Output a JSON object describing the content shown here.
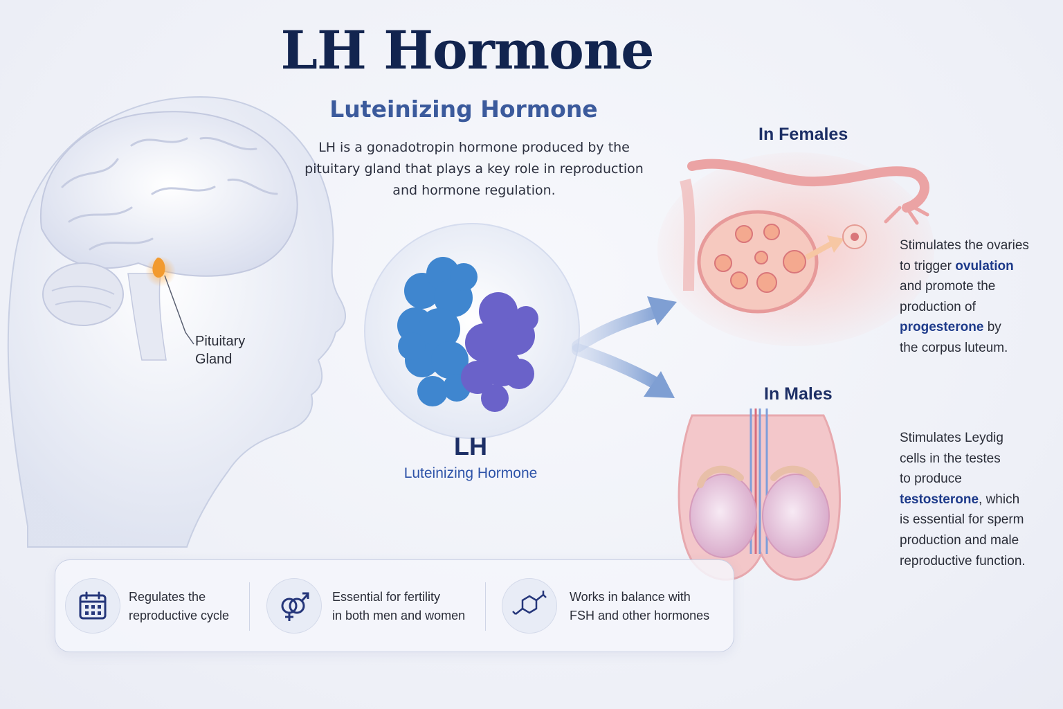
{
  "header": {
    "title": "LH Hormone",
    "subtitle": "Luteinizing Hormone",
    "intro_lines": [
      "LH is a gonadotropin hormone produced by the",
      "pituitary gland that plays a key role in reproduction",
      "and hormone regulation."
    ]
  },
  "brain": {
    "label_lines": [
      "Pituitary",
      "Gland"
    ]
  },
  "molecule": {
    "abbr": "LH",
    "full_name": "Luteinizing Hormone"
  },
  "females": {
    "title": "In Females",
    "lines": [
      {
        "plain": "Stimulates the ovaries",
        "bold": "",
        "after": ""
      },
      {
        "plain": "to trigger ",
        "bold": "ovulation",
        "after": ""
      },
      {
        "plain": "and promote the",
        "bold": "",
        "after": ""
      },
      {
        "plain": "production of",
        "bold": "",
        "after": ""
      },
      {
        "plain": "",
        "bold": "progesterone",
        "after": " by"
      },
      {
        "plain": "the corpus luteum.",
        "bold": "",
        "after": ""
      }
    ]
  },
  "males": {
    "title": "In Males",
    "lines": [
      {
        "plain": "Stimulates Leydig",
        "bold": "",
        "after": ""
      },
      {
        "plain": "cells in the testes",
        "bold": "",
        "after": ""
      },
      {
        "plain": "to produce",
        "bold": "",
        "after": ""
      },
      {
        "plain": "",
        "bold": "testosterone",
        "after": ", which"
      },
      {
        "plain": "is essential for sperm",
        "bold": "",
        "after": ""
      },
      {
        "plain": "production and male",
        "bold": "",
        "after": ""
      },
      {
        "plain": "reproductive function.",
        "bold": "",
        "after": ""
      }
    ]
  },
  "features": [
    {
      "icon": "calendar-icon",
      "lines": [
        "Regulates the",
        "reproductive cycle"
      ]
    },
    {
      "icon": "gender-symbols-icon",
      "lines": [
        "Essential for fertility",
        "in both men and women"
      ]
    },
    {
      "icon": "molecule-structure-icon",
      "lines": [
        "Works in balance with",
        "FSH and other hormones"
      ]
    }
  ],
  "colors": {
    "title": "#12244f",
    "accent_blue": "#3b5a9c",
    "pituitary_orange": "#f2a04a",
    "female_pink": "#f0a9a8",
    "male_pink": "#e9a3b4"
  }
}
